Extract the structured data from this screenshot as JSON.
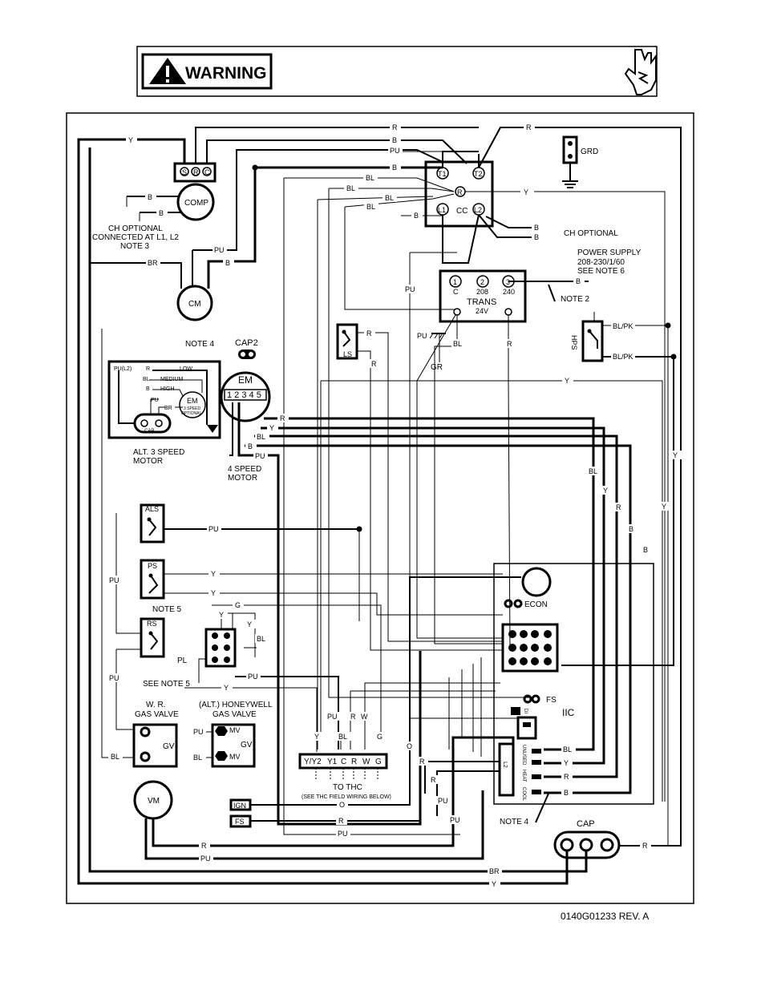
{
  "warning": {
    "label": "WARNING"
  },
  "labels": {
    "grd": "GRD",
    "comp": "COMP",
    "ch_optional_note": [
      "CH OPTIONAL",
      "CONNECTED AT L1, L2",
      "NOTE 3"
    ],
    "cm": "CM",
    "cc": "CC",
    "cc_t1": "T1",
    "cc_t2": "T2",
    "cc_l1": "L1",
    "cc_l2": "L2",
    "cc_r": "R",
    "comp_s": "S",
    "comp_r": "R",
    "comp_c": "C",
    "ch_optional": "CH OPTIONAL",
    "power_supply": [
      "POWER SUPPLY",
      "208-230/1/60",
      "SEE NOTE 6"
    ],
    "trans": "TRANS",
    "trans_24v": "24V",
    "trans_c": "C",
    "trans_208": "208",
    "trans_240": "240",
    "trans_1": "1",
    "trans_2": "2",
    "trans_3": "3",
    "note2": "NOTE 2",
    "gr": "GR",
    "hps": "HPS",
    "ls": "LS",
    "note4": "NOTE 4",
    "cap2": "CAP2",
    "em": "EM",
    "em_pins": "1 2 3 4 5",
    "alt3_pu_l2": "PU(L2)",
    "alt3_low": "LOW",
    "alt3_medium": "MEDIUM",
    "alt3_high": "HIGH",
    "alt3_em": "EM",
    "alt3_3speed": "3 SPEED",
    "alt3_optional": "OPTIONAL",
    "alt3_cap": "CAP",
    "alt3_motor": [
      "ALT. 3 SPEED",
      "MOTOR"
    ],
    "speed4_motor": [
      "4 SPEED",
      "MOTOR"
    ],
    "als": "ALS",
    "ps": "PS",
    "rs": "RS",
    "note5": "NOTE 5",
    "pl": "PL",
    "see_note5": "SEE NOTE 5",
    "econ": "ECON",
    "fs_top": "FS",
    "iic": "IIC",
    "di": "DI",
    "unused": "UNUSED",
    "heat": "HEAT",
    "cool": "COOL",
    "wr_gas_valve": [
      "W. R.",
      "GAS VALVE"
    ],
    "gv": "GV",
    "honeywell": [
      "(ALT.) HONEYWELL",
      "GAS VALVE"
    ],
    "mv": "MV",
    "thc_terms": [
      "Y/Y2",
      "Y1",
      "C",
      "R",
      "W",
      "G"
    ],
    "to_thc": "TO THC",
    "see_thc": "(SEE THC FIELD WIRING BELOW)",
    "vm": "VM",
    "ign": "IGN",
    "fs_bottom": "FS",
    "cap": "CAP",
    "note4_bottom": "NOTE 4",
    "doc_id": "0140G01233 REV. A"
  },
  "wire_colors": {
    "R": "R",
    "B": "B",
    "PU": "PU",
    "Y": "Y",
    "BL": "BL",
    "BR": "BR",
    "G": "G",
    "O": "O",
    "W": "W",
    "BLPK": "BL/PK"
  }
}
